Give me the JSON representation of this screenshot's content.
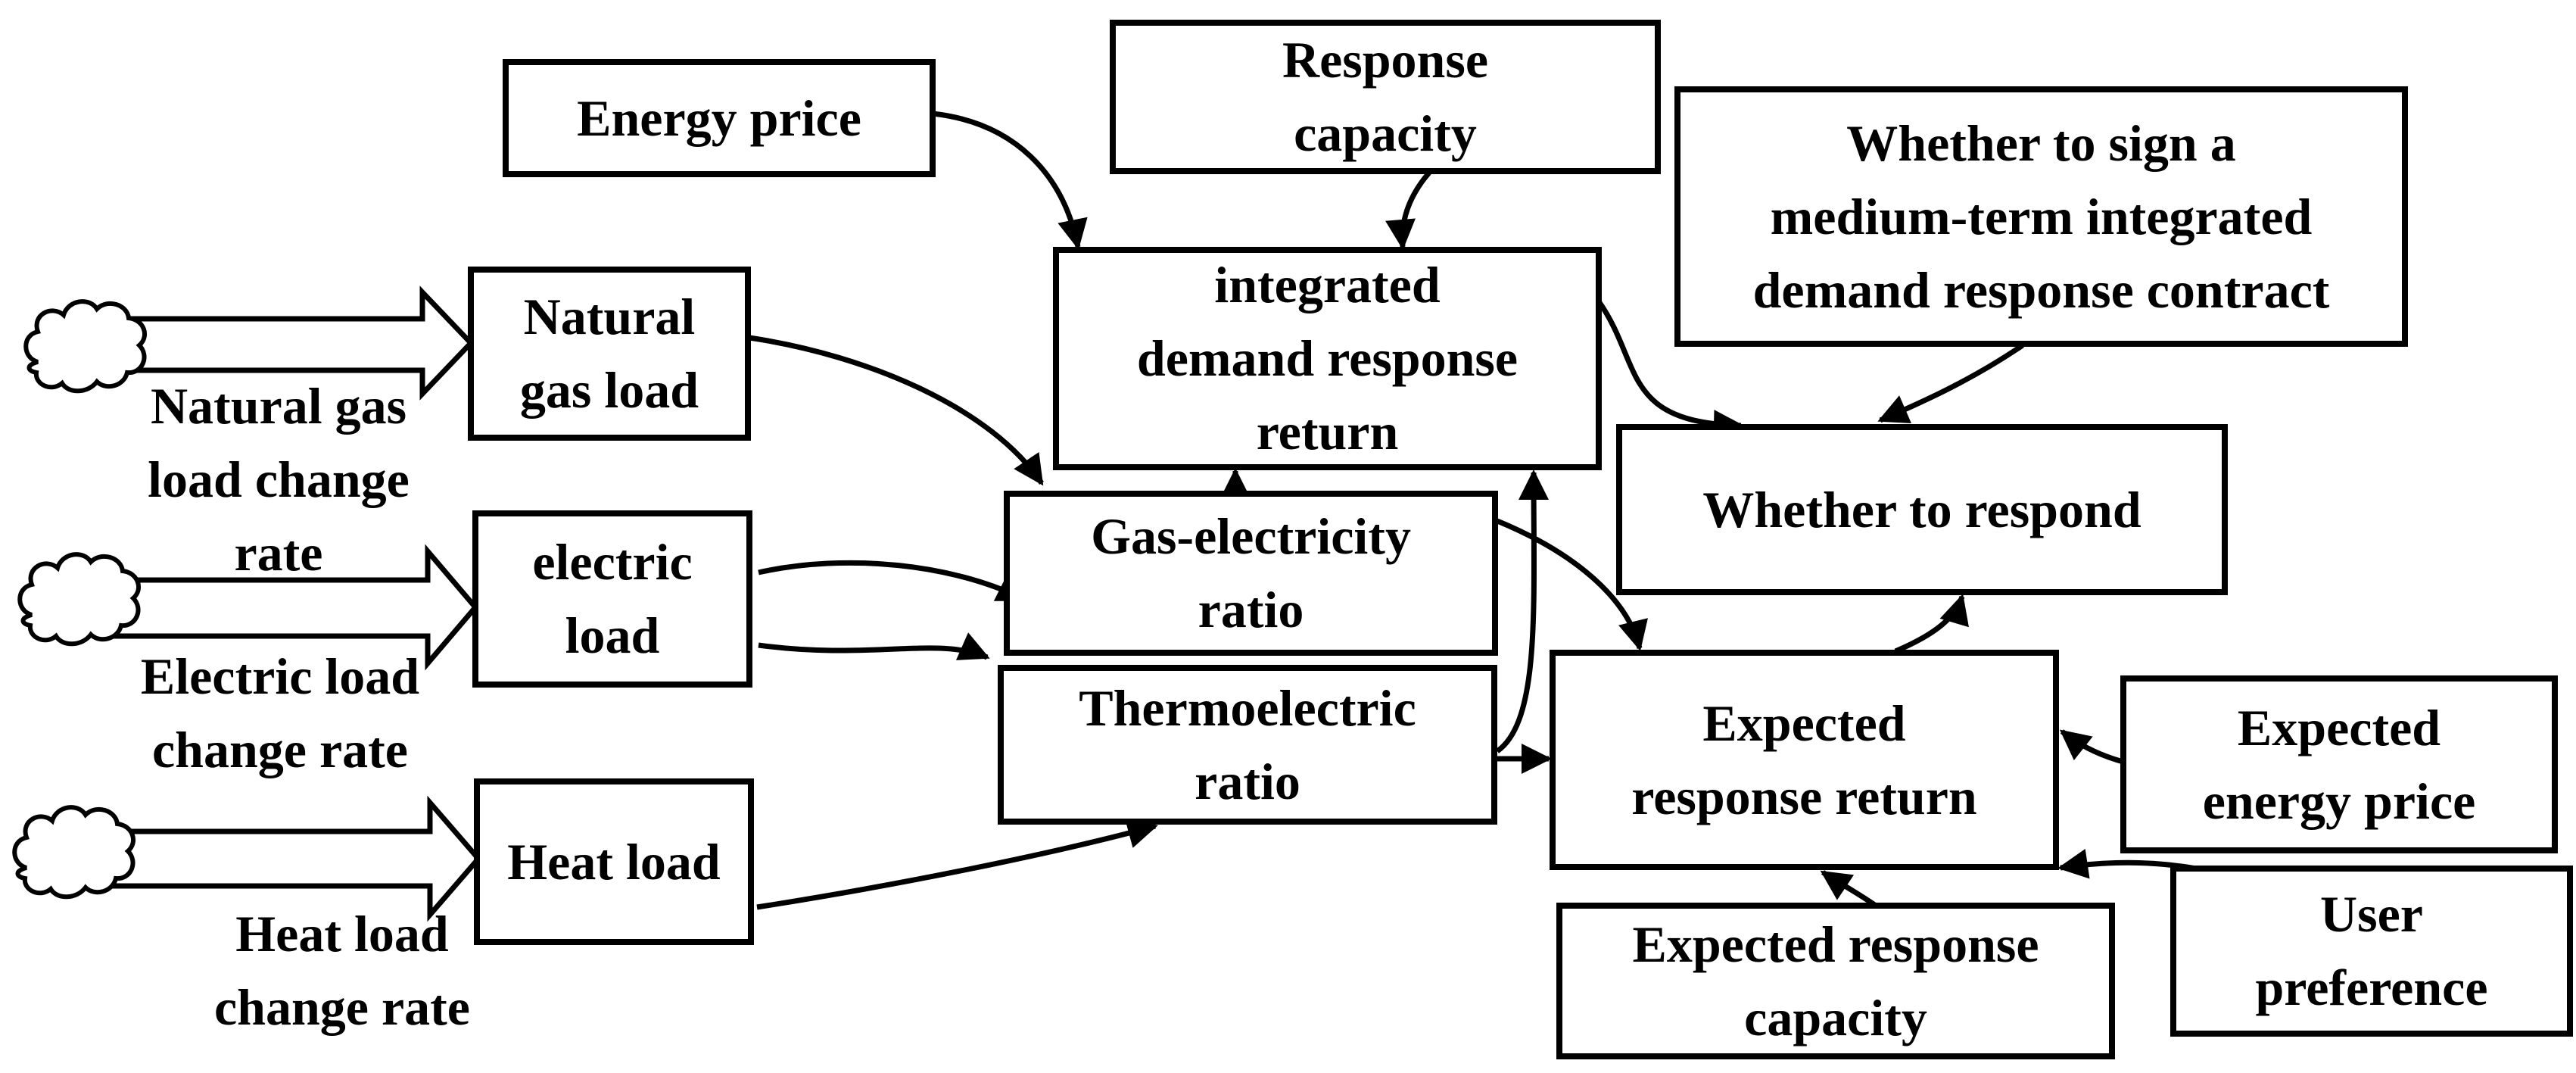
{
  "diagram": {
    "title": "Integrated demand response influence diagram",
    "colors": {
      "background": "#ffffff",
      "line": "#000000",
      "node_fill": "#ffffff",
      "text": "#000000"
    },
    "nodes": {
      "energy_price": {
        "label": "Energy price"
      },
      "response_capacity": {
        "label": "Response\ncapacity"
      },
      "integrated_return": {
        "label": "integrated\ndemand response\nreturn"
      },
      "whether_sign": {
        "label": "Whether to sign a\nmedium-term integrated\ndemand response contract"
      },
      "natural_gas_load": {
        "label": "Natural\ngas load"
      },
      "electric_load": {
        "label": "electric\nload"
      },
      "heat_load": {
        "label": "Heat load"
      },
      "gas_electricity_ratio": {
        "label": "Gas-electricity\nratio"
      },
      "thermoelectric_ratio": {
        "label": "Thermoelectric\nratio"
      },
      "whether_respond": {
        "label": "Whether to respond"
      },
      "expected_return": {
        "label": "Expected\nresponse return"
      },
      "expected_energy_price": {
        "label": "Expected\nenergy price"
      },
      "expected_capacity": {
        "label": "Expected response\ncapacity"
      },
      "user_preference": {
        "label": "User\npreference"
      }
    },
    "input_labels": {
      "natural_gas_rate": {
        "text": "Natural gas\nload change\nrate"
      },
      "electric_rate": {
        "text": "Electric load\nchange rate"
      },
      "heat_rate": {
        "text": "Heat load\nchange rate"
      }
    },
    "edges": [
      {
        "from": "energy_price",
        "to": "integrated_return"
      },
      {
        "from": "response_capacity",
        "to": "integrated_return"
      },
      {
        "from": "natural_gas_rate",
        "to": "natural_gas_load",
        "style": "block"
      },
      {
        "from": "electric_rate",
        "to": "electric_load",
        "style": "block"
      },
      {
        "from": "heat_rate",
        "to": "heat_load",
        "style": "block"
      },
      {
        "from": "natural_gas_load",
        "to": "gas_electricity_ratio"
      },
      {
        "from": "electric_load",
        "to": "gas_electricity_ratio"
      },
      {
        "from": "electric_load",
        "to": "thermoelectric_ratio"
      },
      {
        "from": "heat_load",
        "to": "thermoelectric_ratio"
      },
      {
        "from": "gas_electricity_ratio",
        "to": "integrated_return"
      },
      {
        "from": "thermoelectric_ratio",
        "to": "integrated_return"
      },
      {
        "from": "gas_electricity_ratio",
        "to": "expected_return"
      },
      {
        "from": "thermoelectric_ratio",
        "to": "expected_return"
      },
      {
        "from": "integrated_return",
        "to": "whether_respond"
      },
      {
        "from": "whether_sign",
        "to": "whether_respond"
      },
      {
        "from": "expected_return",
        "to": "whether_respond"
      },
      {
        "from": "expected_energy_price",
        "to": "expected_return"
      },
      {
        "from": "user_preference",
        "to": "expected_return"
      },
      {
        "from": "expected_capacity",
        "to": "expected_return"
      }
    ]
  }
}
